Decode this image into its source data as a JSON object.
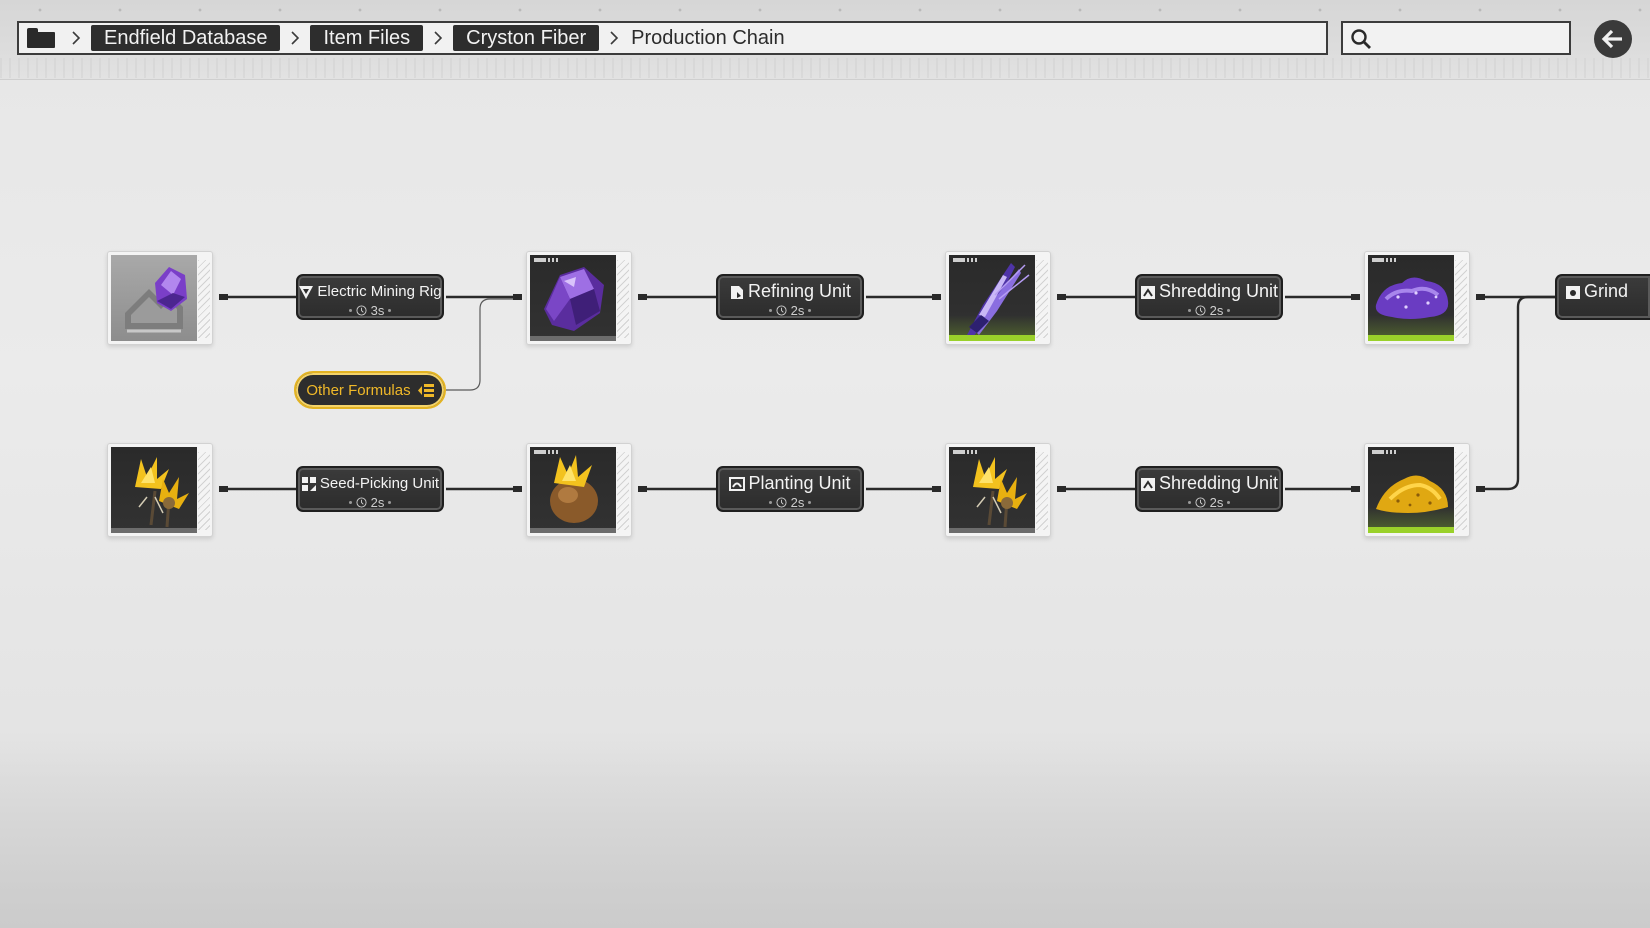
{
  "breadcrumb": {
    "folder_icon": "folder-icon",
    "items": [
      "Endfield Database",
      "Item Files",
      "Cryston Fiber"
    ],
    "current": "Production Chain"
  },
  "search": {
    "placeholder": "",
    "value": ""
  },
  "back_icon": "arrow-left-icon",
  "other_formulas": {
    "label": "Other Formulas",
    "icon": "list-icon"
  },
  "rows": [
    {
      "items": [
        {
          "name": "amethyst-deposit-icon",
          "has_green_bar": false
        },
        {
          "name": "amethyst-ore-icon",
          "has_green_bar": false
        },
        {
          "name": "amethyst-fiber-icon",
          "has_green_bar": true
        },
        {
          "name": "amethyst-powder-icon",
          "has_green_bar": true
        }
      ],
      "machines": [
        {
          "name": "Electric Mining Rig",
          "time": "3s",
          "icon": "mining-rig-icon"
        },
        {
          "name": "Refining Unit",
          "time": "2s",
          "icon": "refining-unit-icon"
        },
        {
          "name": "Shredding Unit",
          "time": "2s",
          "icon": "shredding-unit-icon"
        }
      ]
    },
    {
      "items": [
        {
          "name": "buckflower-plant-icon",
          "has_green_bar": false
        },
        {
          "name": "buckflower-seed-icon",
          "has_green_bar": false
        },
        {
          "name": "buckflower-icon",
          "has_green_bar": false
        },
        {
          "name": "buckflower-powder-icon",
          "has_green_bar": true
        }
      ],
      "machines": [
        {
          "name": "Seed-Picking Unit",
          "time": "2s",
          "icon": "seed-picking-unit-icon"
        },
        {
          "name": "Planting Unit",
          "time": "2s",
          "icon": "planting-unit-icon"
        },
        {
          "name": "Shredding Unit",
          "time": "2s",
          "icon": "shredding-unit-icon"
        }
      ]
    }
  ],
  "final_machine": {
    "name": "Grind",
    "icon": "grinding-unit-icon"
  }
}
